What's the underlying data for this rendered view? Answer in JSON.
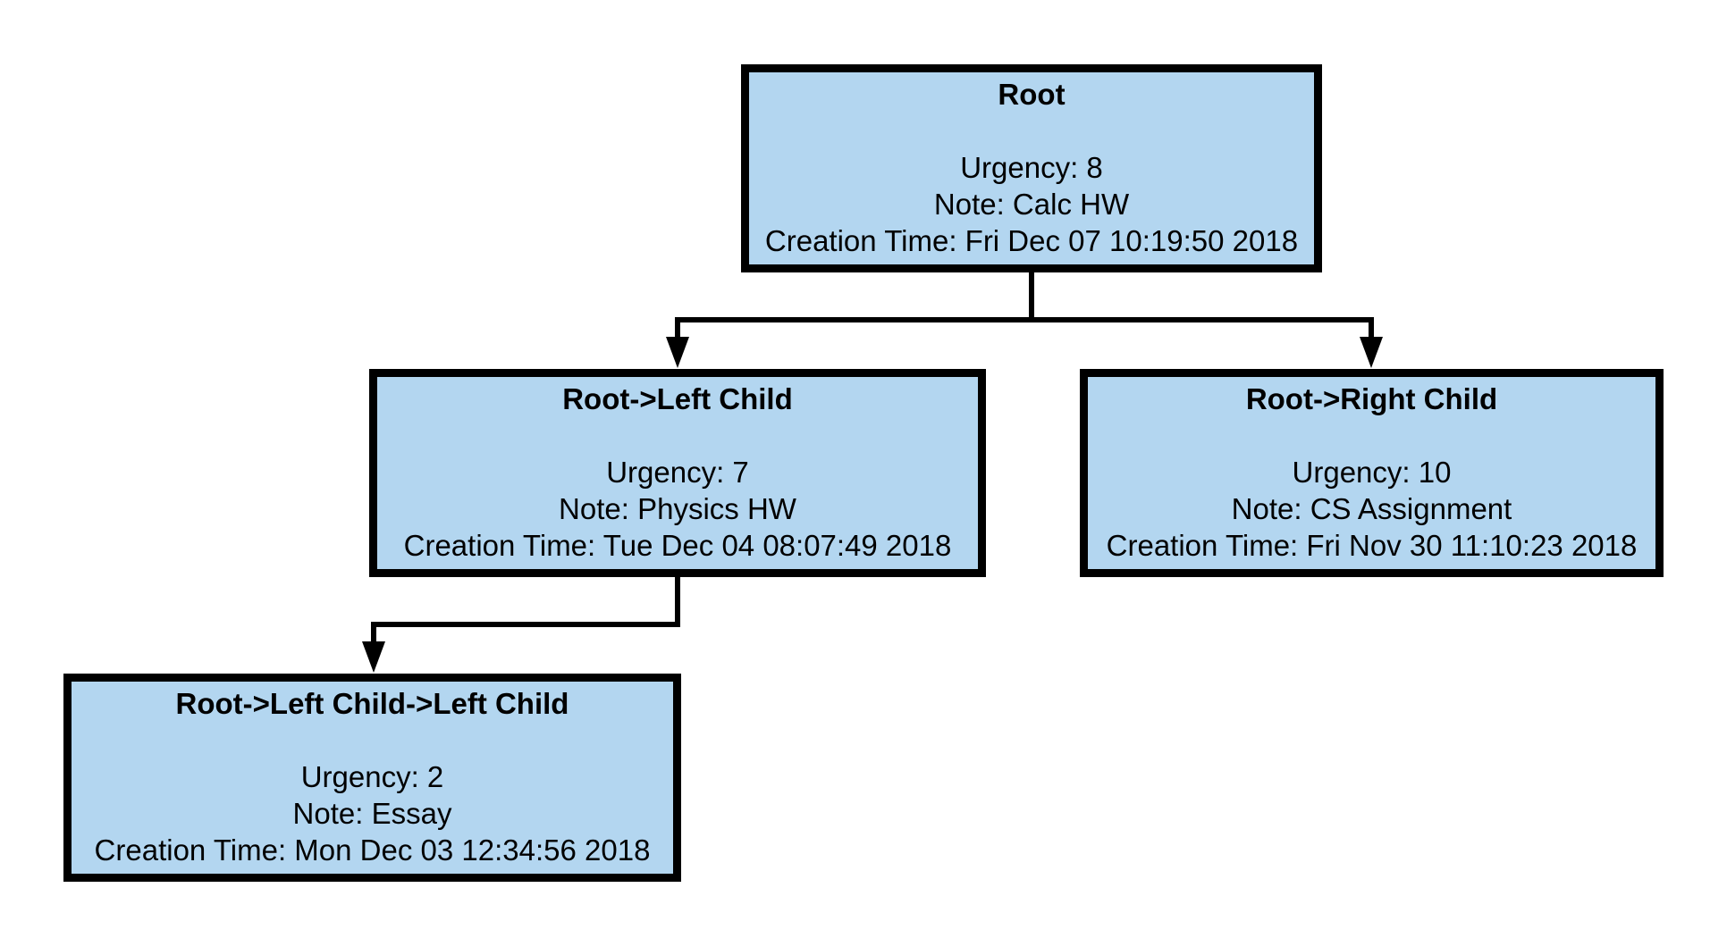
{
  "style": {
    "node_fill": "#b3d6f0",
    "border_color": "#000000",
    "connector_color": "#000000"
  },
  "nodes": {
    "root": {
      "title": "Root",
      "urgency": "Urgency: 8",
      "note": "Note: Calc HW",
      "created": "Creation Time: Fri Dec 07 10:19:50 2018"
    },
    "left": {
      "title": "Root->Left Child",
      "urgency": "Urgency: 7",
      "note": "Note: Physics HW",
      "created": "Creation Time: Tue Dec 04 08:07:49 2018"
    },
    "right": {
      "title": "Root->Right Child",
      "urgency": "Urgency: 10",
      "note": "Note: CS Assignment",
      "created": "Creation Time: Fri Nov 30 11:10:23 2018"
    },
    "left_left": {
      "title": "Root->Left Child->Left Child",
      "urgency": "Urgency: 2",
      "note": "Note: Essay",
      "created": "Creation Time: Mon Dec 03 12:34:56 2018"
    }
  },
  "edges": [
    {
      "from": "root",
      "to": "left"
    },
    {
      "from": "root",
      "to": "right"
    },
    {
      "from": "left",
      "to": "left_left"
    }
  ]
}
